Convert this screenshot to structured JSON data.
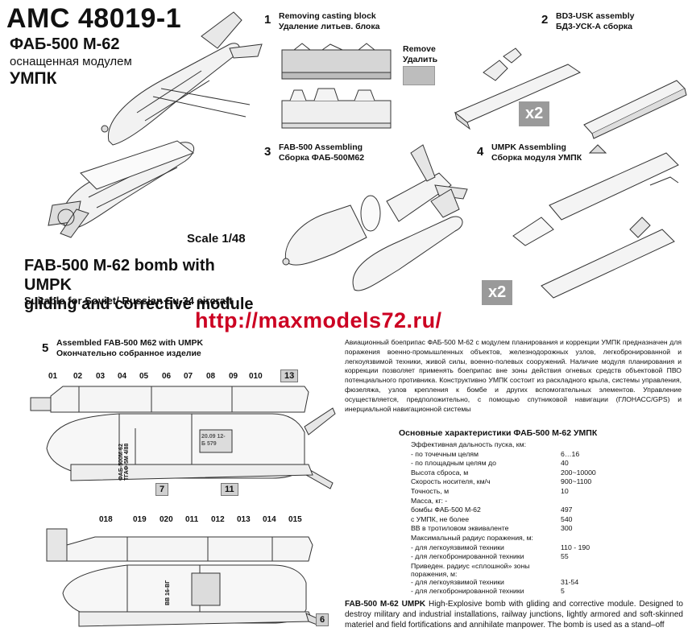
{
  "header": {
    "code": "AMC 48019-1",
    "name_ru": "ФАБ-500 М-62",
    "subtitle_ru": "оснащенная модулем",
    "module_ru": "УМПК",
    "scale": "Scale 1/48",
    "title_en_line1": "FAB-500 M-62 bomb with UMPK",
    "title_en_line2": "gliding and corrective module",
    "suitable": "Suitable for Soviet/ Russian Su-34 aircraft",
    "url": "http://maxmodels72.ru/"
  },
  "steps": [
    {
      "num": "1",
      "en": "Removing casting block",
      "ru": "Удаление литьев. блока"
    },
    {
      "num": "2",
      "en": "BD3-USK assembly",
      "ru": "БД3-УСК-А сборка"
    },
    {
      "num": "3",
      "en": "FAB-500 Assembling",
      "ru": "Сборка ФАБ-500М62"
    },
    {
      "num": "4",
      "en": "UMPK Assembling",
      "ru": "Сборка модуля УМПК"
    },
    {
      "num": "5",
      "en": "Assembled FAB-500 M62 with UMPK",
      "ru": "Окончательно собранное изделие"
    }
  ],
  "remove": {
    "en": "Remove",
    "ru": "Удалить"
  },
  "multiplier": "x2",
  "callouts_top": [
    "01",
    "02",
    "03",
    "04",
    "05",
    "06",
    "07",
    "08",
    "09",
    "010",
    "13",
    "7",
    "11"
  ],
  "callouts_bottom": [
    "018",
    "019",
    "020",
    "011",
    "012",
    "013",
    "014",
    "015",
    "6"
  ],
  "bomb_markings": {
    "side": "ФАБ-500М-62 ТГАФ-5М 4/88",
    "stencil": "20.09 12-Б 579",
    "tail": "ВВ 16-ВГ"
  },
  "description_ru": "Авиационный боеприпас ФАБ-500 М-62 с модулем планирования и коррекции УМПК предназначен для поражения военно-промышленных объектов, железнодорожных узлов, легкобронированной и легкоуязвимой техники, живой силы, военно-полевых сооружений. Наличие модуля планирования и коррекции позволяет применять боеприпас вне зоны действия огневых средств объектовой ПВО потенциального противника. Конструктивно УМПК состоит из раскладного крыла, системы управления, фюзеляжа, узлов крепления к бомбе и других вспомогательных элементов. Управление осуществляется, предположительно, с помощью спутниковой навигации (ГЛОНАСС/GPS) и инерциальной навигационной системы",
  "specs": {
    "title": "Основные характеристики ФАБ-500 М-62 УМПК",
    "rows": [
      {
        "label": "Эффективная дальность пуска, км:",
        "value": ""
      },
      {
        "label": "- по точечным целям",
        "value": "6…16"
      },
      {
        "label": "- по площадным целям до",
        "value": "40"
      },
      {
        "label": "Высота сброса, м",
        "value": "200~10000"
      },
      {
        "label": "Скорость носителя, км/ч",
        "value": "900~1100"
      },
      {
        "label": "Точность, м",
        "value": "10"
      },
      {
        "label": "Масса, кг: -",
        "value": ""
      },
      {
        "label": "бомбы ФАБ-500 М-62",
        "value": "497"
      },
      {
        "label": "с УМПК, не более",
        "value": "540"
      },
      {
        "label": "ВВ в тротиловом эквиваленте",
        "value": "300"
      },
      {
        "label": "Максимальный радиус поражения, м:",
        "value": ""
      },
      {
        "label": "- для легкоуязвимой техники",
        "value": "110 - 190"
      },
      {
        "label": "- для легкобронированной техники",
        "value": "55"
      },
      {
        "label": "Приведен. радиус «сплошной» зоны поражения, м:",
        "value": ""
      },
      {
        "label": "- для легкоуязвимой техники",
        "value": "31-54"
      },
      {
        "label": "- для легкобронированной техники",
        "value": "5"
      }
    ]
  },
  "description_en": {
    "bold": "FAB-500 M-62 UMPK",
    "text": " High-Explosive bomb with gliding and corrective module. Designed to destroy military and industrial installations, railway junctions, lightly armored and soft-skinned materiel and field fortifications and annihilate manpower. The bomb is used as a stand–off"
  }
}
